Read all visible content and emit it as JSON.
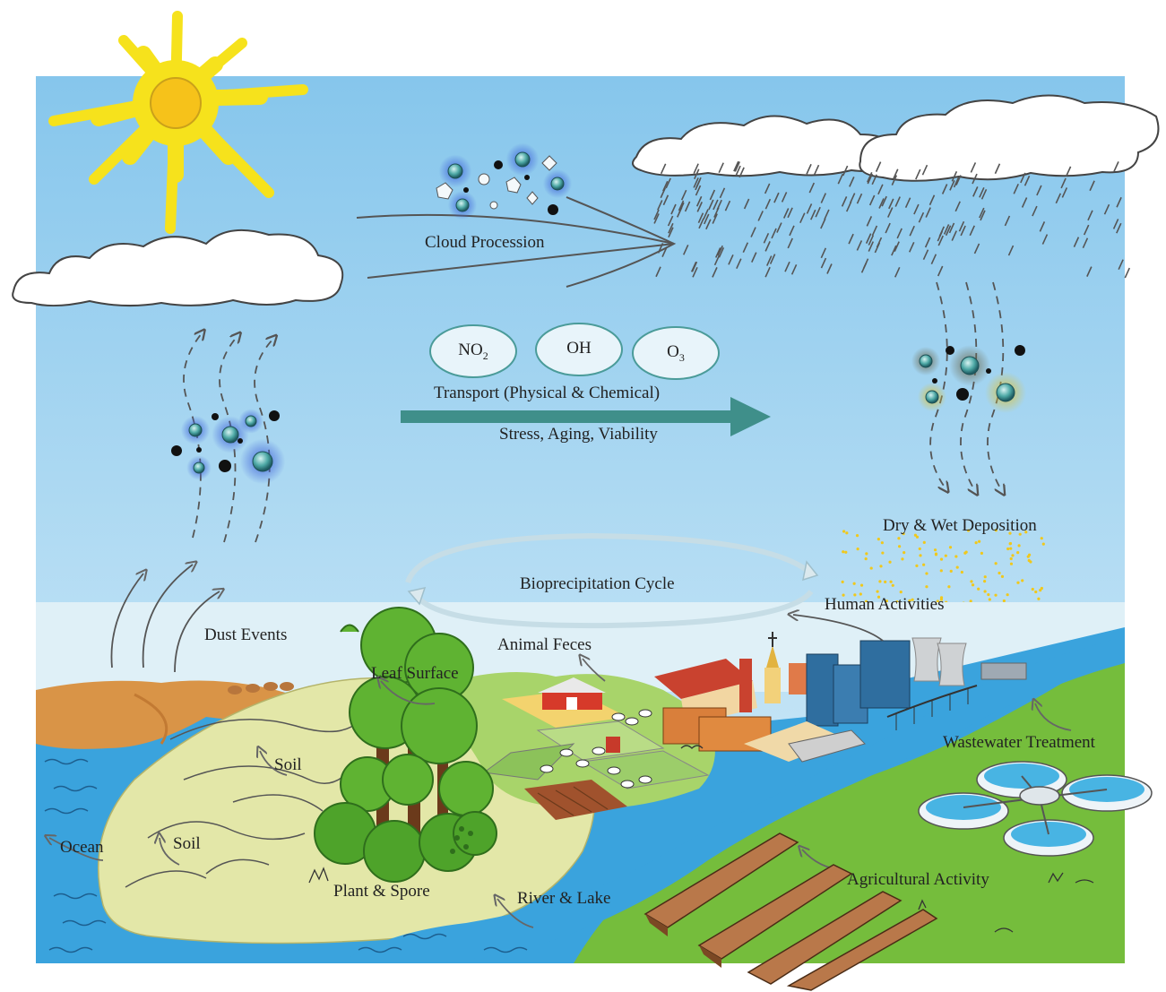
{
  "labels": {
    "cloud_procession": "Cloud Procession",
    "transport": "Transport (Physical & Chemical)",
    "stress": "Stress, Aging, Viability",
    "dry_wet_deposition": "Dry & Wet Deposition",
    "bioprecipitation_cycle": "Bioprecipitation Cycle",
    "human_activities": "Human Activities",
    "dust_events": "Dust Events",
    "leaf_surface": "Leaf Surface",
    "animal_feces": "Animal Feces",
    "wastewater_treatment": "Wastewater Treatment",
    "soil_upper": "Soil",
    "soil_lower": "Soil",
    "ocean": "Ocean",
    "plant_spore": "Plant & Spore",
    "river_lake": "River & Lake",
    "agricultural_activity": "Agricultural Activity"
  },
  "chemicals": [
    {
      "base": "NO",
      "sub": "2"
    },
    {
      "base": "OH",
      "sub": ""
    },
    {
      "base": "O",
      "sub": "3"
    }
  ],
  "colors": {
    "sky_top": "#8fcbee",
    "sky_bottom": "#d4ecf8",
    "sun": "#f6e21c",
    "sun_core": "#f6c21a",
    "water": "#3aa3dd",
    "hill_light": "#e3e7a8",
    "grass_green": "#75bd3c",
    "field_green": "#a8d46a",
    "teal_arrow": "#3f8f8a",
    "desert": "#d99447",
    "factory_blue": "#2f6e9f",
    "deposition_dots": "#f0c81c"
  }
}
